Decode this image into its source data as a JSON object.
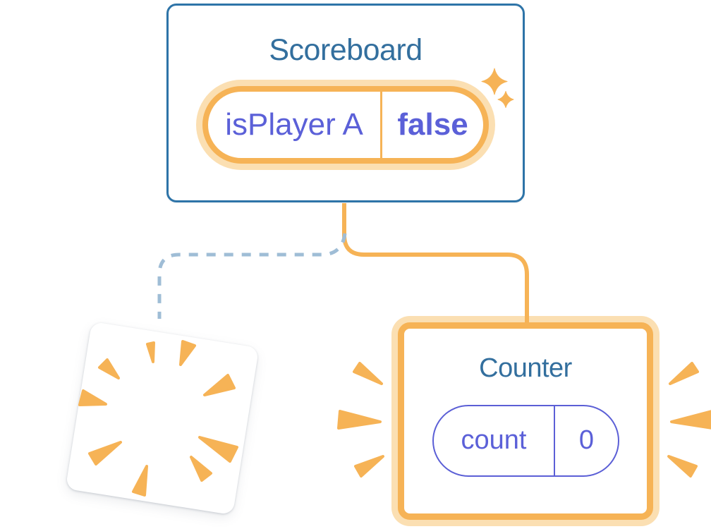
{
  "scoreboard": {
    "title": "Scoreboard",
    "state_pill": {
      "key": "isPlayer A",
      "value": "false"
    }
  },
  "counter": {
    "title": "Counter",
    "state_pill": {
      "key": "count",
      "value": "0"
    }
  },
  "icons": {
    "sparkle": "sparkle-icon",
    "poof_burst": "burst-icon",
    "emphasis_burst": "burst-icon"
  },
  "colors": {
    "background": "#ffffff",
    "card_border_blue": "#2e74a8",
    "title_blue": "#336f9e",
    "state_purple": "#5b60d8",
    "pill_purple_border": "#5b5fd6",
    "highlight_orange": "#f6b356",
    "highlight_glow": "#fbdfb2",
    "removed_link_blue": "#9fbdd6"
  }
}
